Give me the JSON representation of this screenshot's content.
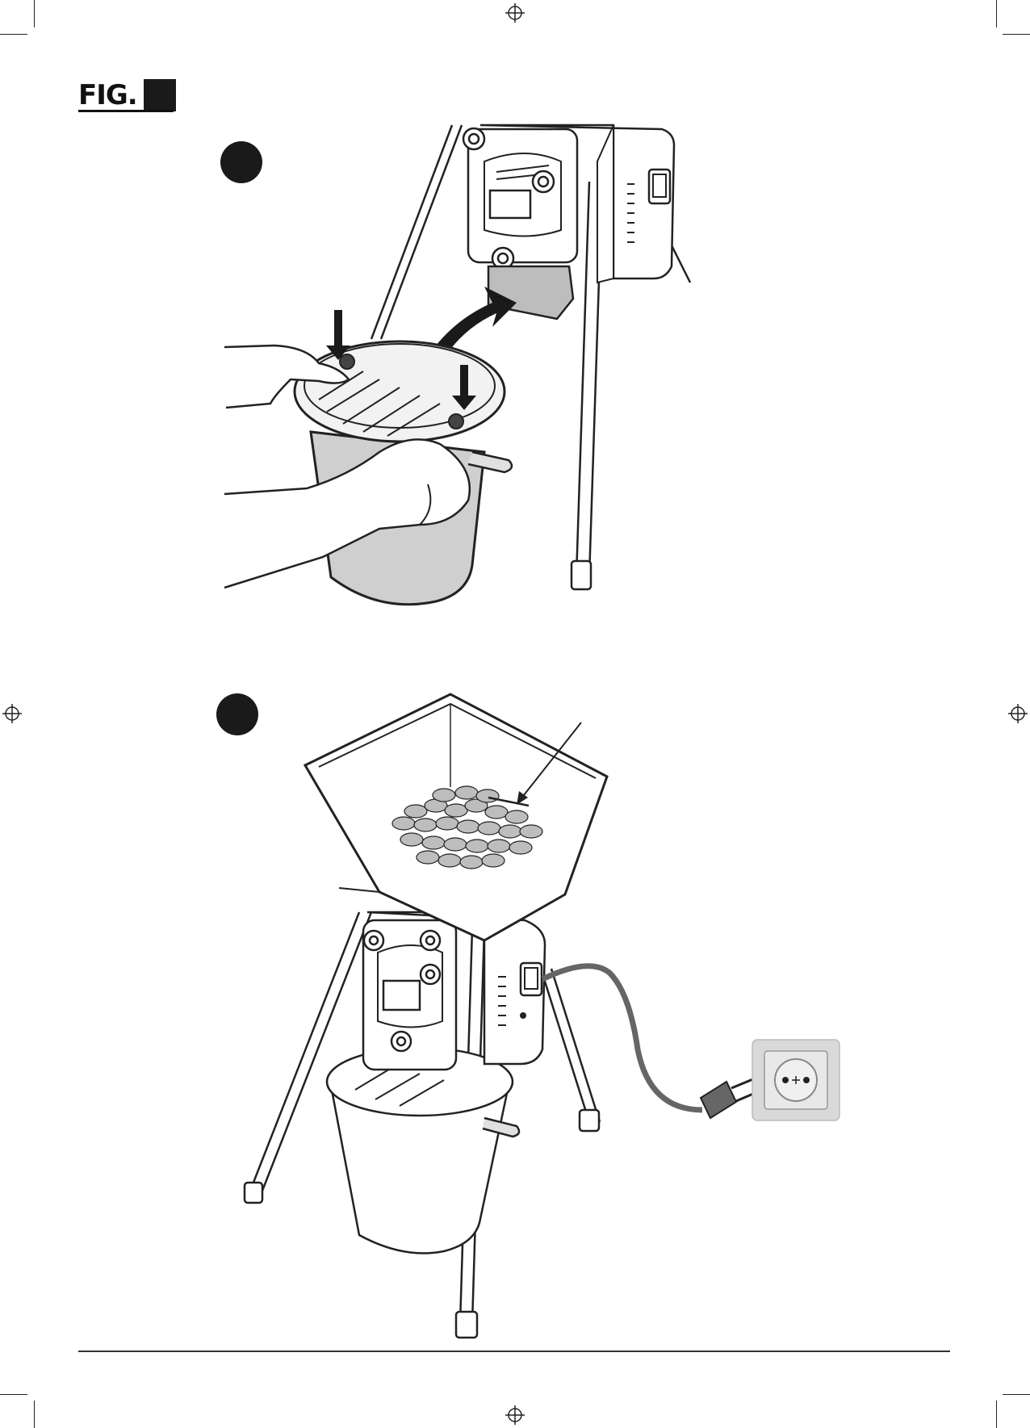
{
  "header": {
    "fig_label": "FIG."
  },
  "icons": {
    "registration_mark": "registration-crosshair-icon",
    "step_marker": "black-circle-icon",
    "arrow": "arrow-icon"
  },
  "colors": {
    "ink": "#1a1a1a",
    "bucket_fill": "#cfcfcf",
    "cable": "#666666",
    "socket_plate": "#d9d9d9",
    "line": "#222222"
  },
  "steps": [
    {
      "id": 1,
      "content": "remove-bucket-lid-and-attach"
    },
    {
      "id": 2,
      "content": "fill-hopper-and-plug-in"
    }
  ]
}
